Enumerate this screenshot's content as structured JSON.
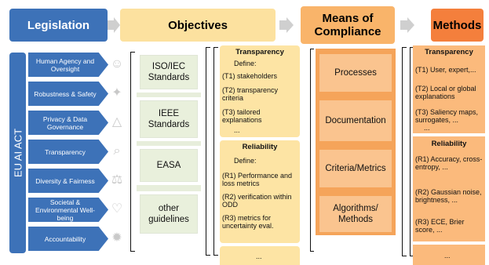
{
  "headers": {
    "legislation": "Legislation",
    "objectives": "Objectives",
    "means": "Means of Compliance",
    "methods": "Methods"
  },
  "eu_ai_act": "EU AI ACT",
  "requirements": [
    {
      "label": "Human Agency and Oversight",
      "icon": "person-icon"
    },
    {
      "label": "Robustness & Safety",
      "icon": "shield-icon"
    },
    {
      "label": "Privacy & Data Governance",
      "icon": "lock-icon"
    },
    {
      "label": "Transparency",
      "icon": "magnifier-icon"
    },
    {
      "label": "Diversity & Fairness",
      "icon": "scales-icon"
    },
    {
      "label": "Societal & Environmental Well-being",
      "icon": "heart-icon"
    },
    {
      "label": "Accountability",
      "icon": "seal-icon"
    }
  ],
  "standards": [
    "ISO/IEC Standards",
    "IEEE Standards",
    "EASA",
    "other guidelines"
  ],
  "transparency_obj": {
    "title": "Transparency",
    "define": "Define:",
    "items": [
      "(T1) stakeholders",
      "(T2) transparency criteria",
      "(T3) tailored explanations",
      "..."
    ]
  },
  "reliability_obj": {
    "title": "Reliability",
    "define": "Define:",
    "items": [
      "(R1) Performance and loss metrics",
      "(R2) verification within ODD",
      "(R3) metrics for uncertainty eval."
    ]
  },
  "obj_more": "...",
  "means_items": [
    "Processes",
    "Documentation",
    "Criteria/Metrics",
    "Algorithms/ Methods"
  ],
  "transparency_meth": {
    "title": "Transparency",
    "items": [
      "(T1) User, expert,...",
      "(T2) Local or global explanations",
      "(T3) Saliency maps, surrogates, ...",
      "..."
    ]
  },
  "reliability_meth": {
    "title": "Reliability",
    "items": [
      "(R1) Accuracy, cross-entropy, ...",
      "(R2) Gaussian noise, brightness, ...",
      "(R3) ECE, Brier score, ..."
    ]
  },
  "meth_more": "...",
  "colors": {
    "legislation": "#3d72b8",
    "objectives": "#fce19f",
    "means": "#f9b46a",
    "methods": "#f47f3c"
  }
}
